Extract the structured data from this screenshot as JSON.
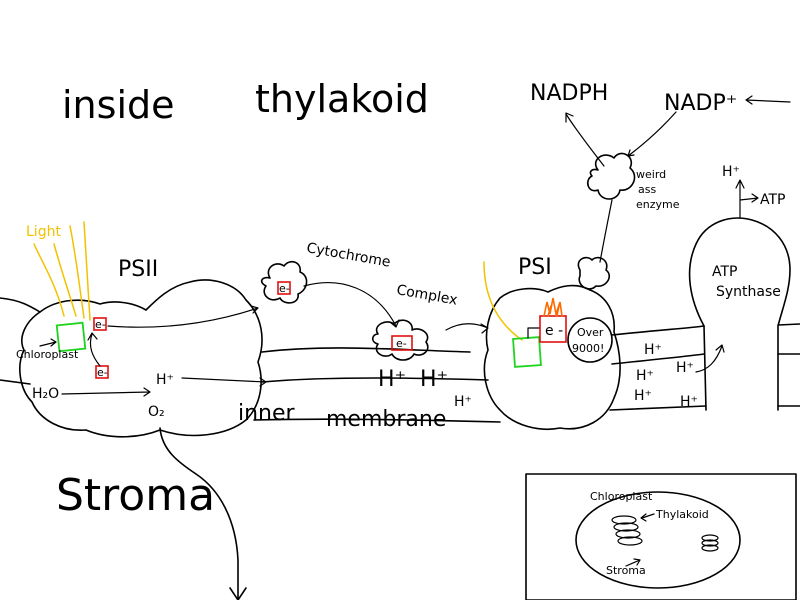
{
  "labels": {
    "inside": "inside",
    "thylakoid": "thylakoid",
    "nadph": "NADPH",
    "nadp": "NADP⁺",
    "enzyme_line1": "weird",
    "enzyme_line2": "ass",
    "enzyme_line3": "enzyme",
    "h_plus_top": "H⁺",
    "atp": "ATP",
    "light": "Light",
    "psii": "PSII",
    "cytochrome": "Cytochrome",
    "complex": "Complex",
    "psi": "PSI",
    "atp_synthase_line1": "ATP",
    "atp_synthase_line2": "Synthase",
    "chloroplast_side": "Chloroplast",
    "electron": "e-",
    "electron_psi": "e -",
    "over_line1": "Over",
    "over_line2": "9000!",
    "h2o": "H₂O",
    "o2": "O₂",
    "h_plus": "H⁺",
    "inner": "inner",
    "membrane": "membrane",
    "stroma": "Stroma",
    "inset_chloroplast": "Chloroplast",
    "inset_thylakoid": "Thylakoid",
    "inset_stroma": "Stroma"
  },
  "colors": {
    "ink": "#000000",
    "light": "#f2c200",
    "pigment": "#1fd41f",
    "electron": "#e01010",
    "excited": "#ff6a00"
  }
}
